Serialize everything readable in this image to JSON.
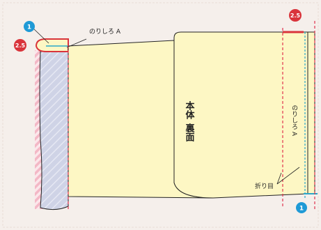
{
  "labels": {
    "seam_allowance_top": "のりしろ A",
    "seam_allowance_vertical": "のりしろ A",
    "body_reverse_line1": "本体",
    "body_reverse_line2": "裏面",
    "fold_line": "折り目"
  },
  "badges": {
    "blue_top": "1",
    "blue_bottom": "1",
    "red_left": "2.5",
    "red_top_right": "2.5"
  },
  "colors": {
    "background": "#f5efeb",
    "fabric_yellow": "#fdf7c4",
    "fabric_blue": "#cfd3e6",
    "stripe_pink": "#f3b8c6",
    "dashed_red": "#e0314c",
    "dashed_teal": "#2aa7c9",
    "badge_blue": "#1f9ad6",
    "badge_red": "#d9343b",
    "outline": "#222222"
  }
}
